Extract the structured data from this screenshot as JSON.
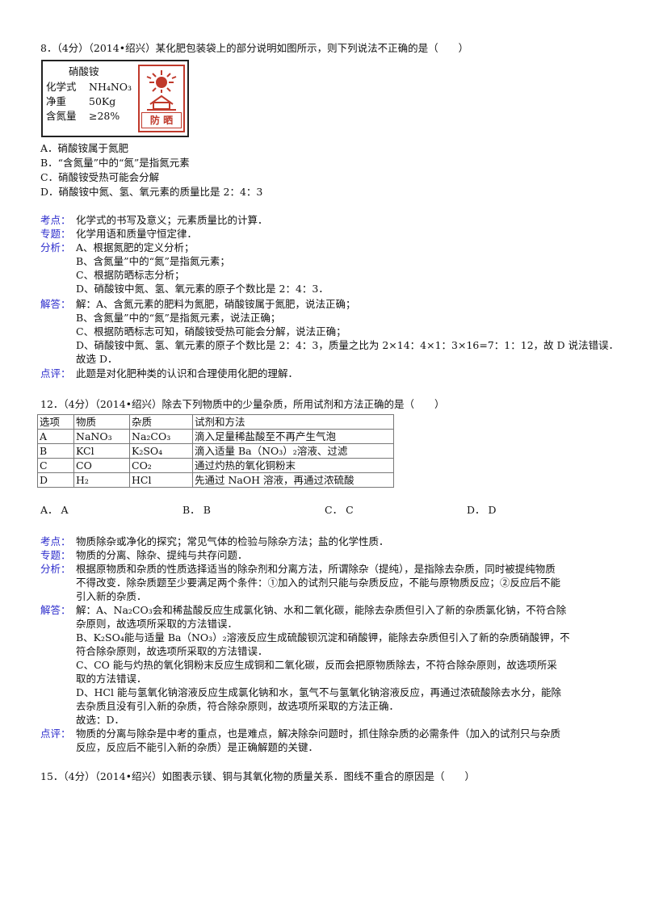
{
  "q8": {
    "stem": "8．（4分）（2014•绍兴）某化肥包装袋上的部分说明如图所示，则下列说法不正确的是（　　）",
    "label": {
      "name": "硝酸铵",
      "formula_label": "化学式",
      "formula": "NH₄NO₃",
      "weight_label": "净重",
      "weight": "50Kg",
      "n_label": "含氮量",
      "n_value": "≥28%",
      "sign_text": "防 晒",
      "sign_color": "#c0392b"
    },
    "options": [
      "A．硝酸铵属于氮肥",
      "B．“含氮量”中的“氮”是指氮元素",
      "C．硝酸铵受热可能会分解",
      "D．硝酸铵中氮、氢、氧元素的质量比是 2：4：3"
    ],
    "kaodian_label": "考点：",
    "kaodian": "化学式的书写及意义；元素质量比的计算．",
    "zhuanti_label": "专题：",
    "zhuanti": "化学用语和质量守恒定律．",
    "fenxi_label": "分析：",
    "fenxi": [
      "A、根据氮肥的定义分析；",
      "B、含氮量”中的“氮”是指氮元素；",
      "C、根据防晒标志分析；",
      "D、硝酸铵中氮、氢、氧元素的原子个数比是 2：4：3．"
    ],
    "jieda_label": "解答：",
    "jieda": [
      "解：A、含氮元素的肥料为氮肥，硝酸铵属于氮肥，说法正确；",
      "B、含氮量”中的“氮”是指氮元素，说法正确；",
      "C、根据防晒标志可知，硝酸铵受热可能会分解，说法正确；",
      "D、硝酸铵中氮、氢、氧元素的原子个数比是 2：4：3，质量之比为 2×14：4×1：3×16=7：1：12，故 D 说法错误．",
      "故选 D．"
    ],
    "dianping_label": "点评：",
    "dianping": "此题是对化肥种类的认识和合理使用化肥的理解．"
  },
  "q12": {
    "stem": "12．（4分）（2014•绍兴）除去下列物质中的少量杂质，所用试剂和方法正确的是（　　）",
    "headers": [
      "选项",
      "物质",
      "杂质",
      "试剂和方法"
    ],
    "rows": [
      [
        "A",
        "NaNO₃",
        "Na₂CO₃",
        "滴入足量稀盐酸至不再产生气泡"
      ],
      [
        "B",
        "KCl",
        "K₂SO₄",
        "滴入适量 Ba（NO₃）₂溶液、过滤"
      ],
      [
        "C",
        "CO",
        "CO₂",
        "通过灼热的氧化铜粉末"
      ],
      [
        "D",
        "H₂",
        "HCl",
        "先通过 NaOH 溶液，再通过浓硫酸"
      ]
    ],
    "choices": [
      {
        "key": "A．",
        "val": "A"
      },
      {
        "key": "B．",
        "val": "B"
      },
      {
        "key": "C．",
        "val": "C"
      },
      {
        "key": "D．",
        "val": "D"
      }
    ],
    "kaodian_label": "考点：",
    "kaodian": "物质除杂或净化的探究；常见气体的检验与除杂方法；盐的化学性质．",
    "zhuanti_label": "专题：",
    "zhuanti": "物质的分离、除杂、提纯与共存问题．",
    "fenxi_label": "分析：",
    "fenxi": [
      "根据原物质和杂质的性质选择适当的除杂剂和分离方法，所谓除杂（提纯），是指除去杂质，同时被提纯物质",
      "不得改变．除杂质题至少要满足两个条件：①加入的试剂只能与杂质反应，不能与原物质反应；②反应后不能",
      "引入新的杂质．"
    ],
    "jieda_label": "解答：",
    "jieda": [
      "解：A、Na₂CO₃会和稀盐酸反应生成氯化钠、水和二氧化碳，能除去杂质但引入了新的杂质氯化钠，不符合除",
      "杂原则，故选项所采取的方法错误．",
      "B、K₂SO₄能与适量 Ba（NO₃）₂溶液反应生成硫酸钡沉淀和硝酸钾，能除去杂质但引入了新的杂质硝酸钾，不",
      "符合除杂原则，故选项所采取的方法错误．",
      "C、CO 能与灼热的氧化铜粉末反应生成铜和二氧化碳，反而会把原物质除去，不符合除杂原则，故选项所采",
      "取的方法错误．",
      "D、HCl 能与氢氧化钠溶液反应生成氯化钠和水，氢气不与氢氧化钠溶液反应，再通过浓硫酸除去水分，能除",
      "去杂质且没有引入新的杂质，符合除杂原则，故选项所采取的方法正确．",
      "故选：D．"
    ],
    "dianping_label": "点评：",
    "dianping": [
      "物质的分离与除杂是中考的重点，也是难点，解决除杂问题时，抓住除杂质的必需条件（加入的试剂只与杂质",
      "反应，反应后不能引入新的杂质）是正确解题的关键．"
    ]
  },
  "q15": {
    "stem": "15．（4分）（2014•绍兴）如图表示镁、铜与其氧化物的质量关系．图线不重合的原因是（　　）"
  }
}
